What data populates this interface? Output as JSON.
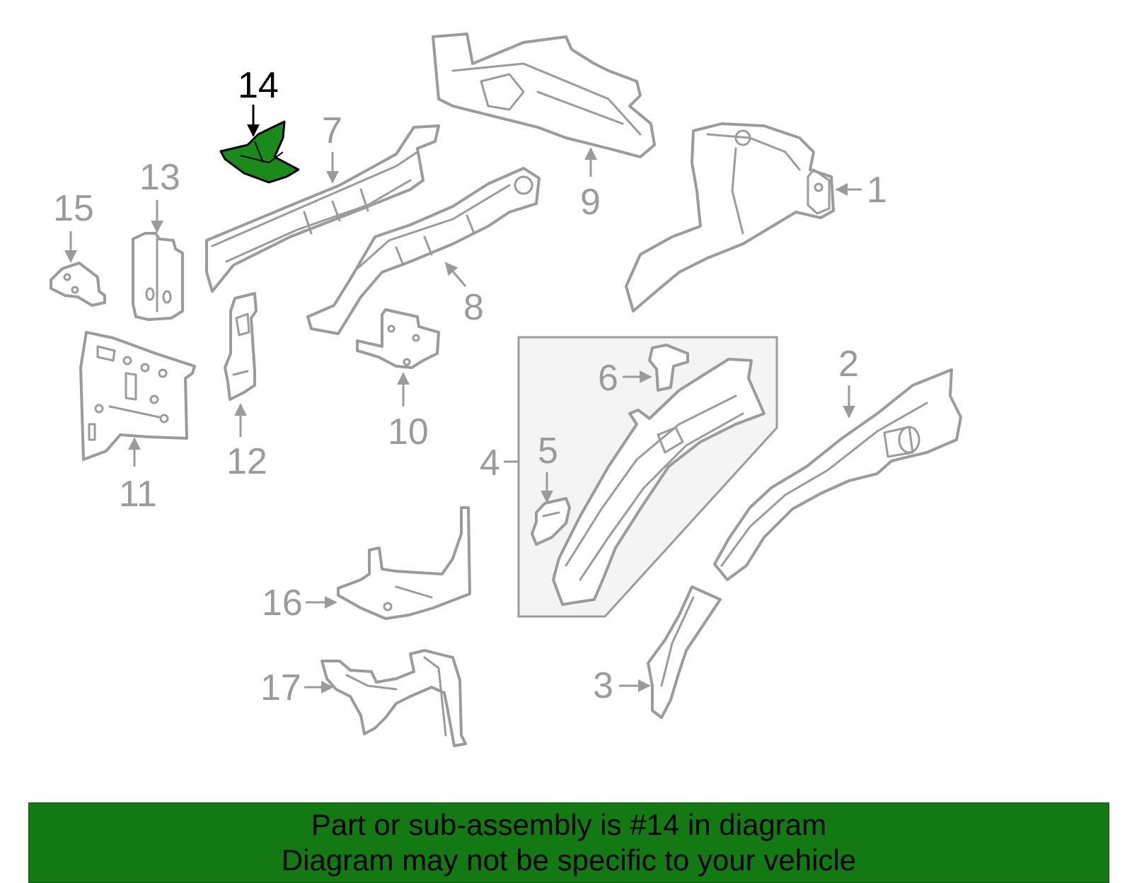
{
  "diagram": {
    "highlight_color": "#1a8a1a",
    "labels": {
      "p1": "1",
      "p2": "2",
      "p3": "3",
      "p4": "4",
      "p5": "5",
      "p6": "6",
      "p7": "7",
      "p8": "8",
      "p9": "9",
      "p10": "10",
      "p11": "11",
      "p12": "12",
      "p13": "13",
      "p14": "14",
      "p15": "15",
      "p16": "16",
      "p17": "17"
    },
    "highlighted_part": "14"
  },
  "banner": {
    "line1": "Part or sub-assembly is #14 in diagram",
    "line2": "Diagram may not be specific to your vehicle",
    "background": "#137a13"
  }
}
